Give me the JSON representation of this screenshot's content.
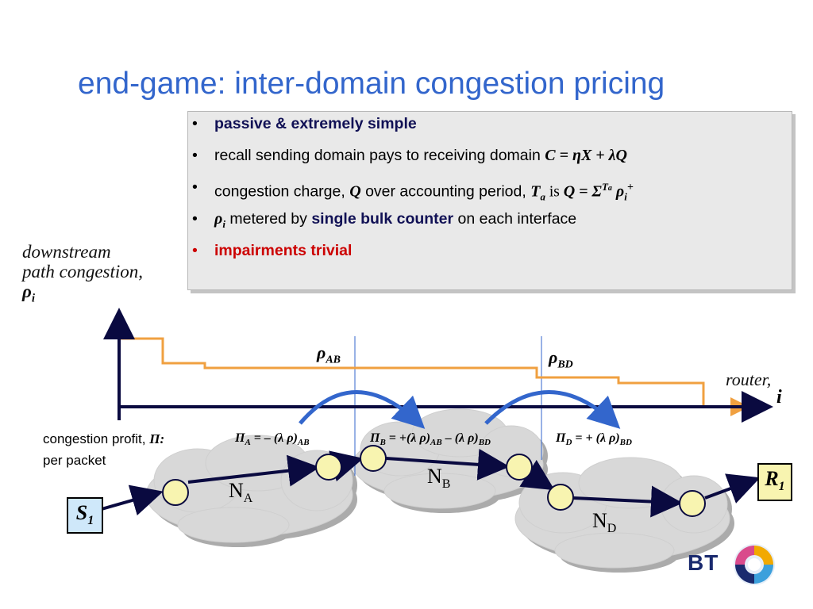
{
  "title": "end-game: inter-domain congestion pricing",
  "bullets": [
    {
      "pre": "",
      "bold": "passive & extremely simple",
      "post": ""
    },
    {
      "pre": "recall sending domain pays to receiving domain ",
      "eq": "C = ηX + λQ"
    },
    {
      "pre": "congestion charge, ",
      "q": "Q",
      "mid": " over accounting period, ",
      "ta": "T",
      "ta_sub": "a",
      "is": " is ",
      "eq": "Q = Σ",
      "eq_sup": "T",
      "eq_sup_sub": "a",
      "rho": " ρ",
      "rho_sub": "i",
      "rho_sup": "+"
    },
    {
      "rho": "ρ",
      "rho_sub": "i",
      "pre": " metered by ",
      "bold": "single bulk counter",
      "post": " on each interface"
    },
    {
      "red": "impairments trivial"
    }
  ],
  "y_axis_label": {
    "line1": "downstream",
    "line2": "path congestion,",
    "line3": "ρ",
    "line3_sub": "i"
  },
  "x_axis_label": {
    "router": "router,",
    "i": "i"
  },
  "rho_labels": {
    "ab": "ρ",
    "ab_sub": "AB",
    "bd": "ρ",
    "bd_sub": "BD"
  },
  "profit_label": {
    "line1a": "congestion profit, ",
    "line1b": "Π",
    "line1c": ":",
    "line2": "per packet"
  },
  "equations": {
    "pi_a": {
      "pi": "Π",
      "sub": "A",
      "rest": " = – (λ ρ)",
      "rest_sub": "AB"
    },
    "pi_b": {
      "pi": "Π",
      "sub": "B",
      "rest": " = +(λ ρ)",
      "rest_sub": "AB",
      "rest2": " – (λ ρ)",
      "rest2_sub": "BD"
    },
    "pi_d": {
      "pi": "Π",
      "sub": "D",
      "rest": " = + (λ ρ)",
      "rest_sub": "BD"
    }
  },
  "domains": {
    "na": {
      "n": "N",
      "sub": "A"
    },
    "nb": {
      "n": "N",
      "sub": "B"
    },
    "nd": {
      "n": "N",
      "sub": "D"
    }
  },
  "endpoints": {
    "s": "S",
    "s_sub": "1",
    "r": "R",
    "r_sub": "1"
  },
  "logo": "BT",
  "colors": {
    "title": "#3366cc",
    "congestion_line": "#f0a040",
    "arrows": "#3366cc",
    "node_fill": "#f8f4b0",
    "cloud": "#d8d8d8"
  }
}
